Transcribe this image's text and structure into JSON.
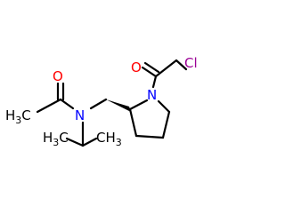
{
  "molecule": {
    "atoms": {
      "acetyl_oxygen": "O",
      "amide_nitrogen": "N",
      "ring_nitrogen": "N",
      "ketone_oxygen": "O",
      "chlorine": "Cl",
      "methyl_left": {
        "main": "H",
        "sub": "3",
        "tail": "C"
      },
      "methyl_bottom_left": {
        "main": "H",
        "sub": "3",
        "tail": "C"
      },
      "methyl_bottom_right": {
        "main": "CH",
        "sub": "3",
        "tail": ""
      }
    },
    "colors": {
      "oxygen": "#ff0000",
      "nitrogen": "#0000ff",
      "chlorine": "#9b0096",
      "carbon": "#000000",
      "bond": "#000000"
    }
  }
}
